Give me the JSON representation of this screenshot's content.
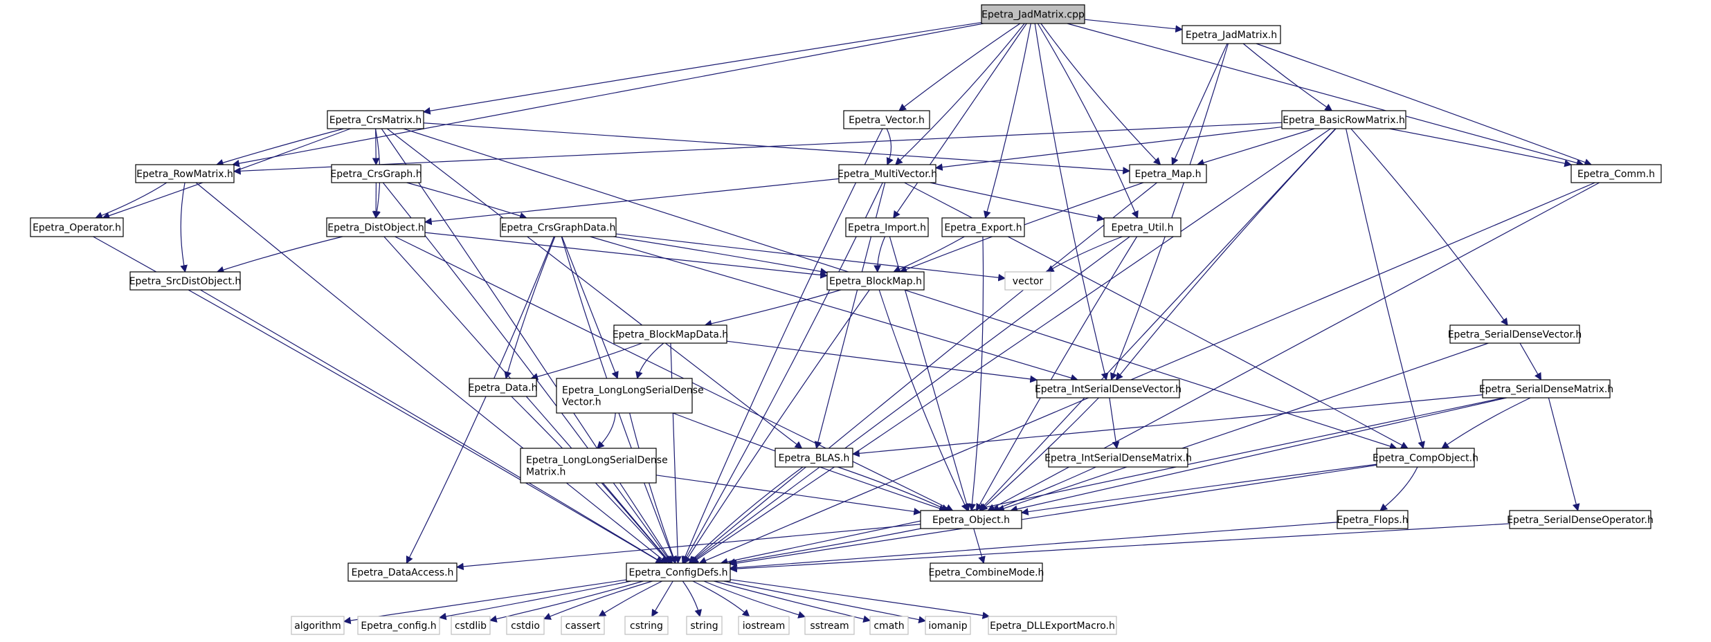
{
  "nodes": [
    {
      "id": "jadmatrix_cpp",
      "label": "Epetra_JadMatrix.cpp",
      "kind": "root"
    },
    {
      "id": "crsmatrix",
      "label": "Epetra_CrsMatrix.h"
    },
    {
      "id": "vector",
      "label": "Epetra_Vector.h"
    },
    {
      "id": "jadmatrix_h",
      "label": "Epetra_JadMatrix.h"
    },
    {
      "id": "basicrowmatrix",
      "label": "Epetra_BasicRowMatrix.h"
    },
    {
      "id": "rowmatrix",
      "label": "Epetra_RowMatrix.h"
    },
    {
      "id": "crsgraph",
      "label": "Epetra_CrsGraph.h"
    },
    {
      "id": "multivector",
      "label": "Epetra_MultiVector.h"
    },
    {
      "id": "map",
      "label": "Epetra_Map.h"
    },
    {
      "id": "comm",
      "label": "Epetra_Comm.h"
    },
    {
      "id": "operator",
      "label": "Epetra_Operator.h"
    },
    {
      "id": "distobject",
      "label": "Epetra_DistObject.h"
    },
    {
      "id": "crsgraphdata",
      "label": "Epetra_CrsGraphData.h"
    },
    {
      "id": "import",
      "label": "Epetra_Import.h"
    },
    {
      "id": "export",
      "label": "Epetra_Export.h"
    },
    {
      "id": "util",
      "label": "Epetra_Util.h"
    },
    {
      "id": "srcdistobject",
      "label": "Epetra_SrcDistObject.h"
    },
    {
      "id": "blockmap",
      "label": "Epetra_BlockMap.h"
    },
    {
      "id": "vector_std",
      "label": "vector",
      "kind": "external"
    },
    {
      "id": "serialdensevector",
      "label": "Epetra_SerialDenseVector.h"
    },
    {
      "id": "blockmapdata",
      "label": "Epetra_BlockMapData.h"
    },
    {
      "id": "data",
      "label": "Epetra_Data.h"
    },
    {
      "id": "longlongvector",
      "label": "Epetra_LongLongSerialDense\nVector.h"
    },
    {
      "id": "intserialdensevector",
      "label": "Epetra_IntSerialDenseVector.h"
    },
    {
      "id": "serialdensematrix",
      "label": "Epetra_SerialDenseMatrix.h"
    },
    {
      "id": "blas",
      "label": "Epetra_BLAS.h"
    },
    {
      "id": "longlongmatrix",
      "label": "Epetra_LongLongSerialDense\nMatrix.h"
    },
    {
      "id": "intserialdensematrix",
      "label": "Epetra_IntSerialDenseMatrix.h"
    },
    {
      "id": "compobject",
      "label": "Epetra_CompObject.h"
    },
    {
      "id": "object",
      "label": "Epetra_Object.h"
    },
    {
      "id": "flops",
      "label": "Epetra_Flops.h"
    },
    {
      "id": "serialdenseoperator",
      "label": "Epetra_SerialDenseOperator.h"
    },
    {
      "id": "dataaccess",
      "label": "Epetra_DataAccess.h"
    },
    {
      "id": "configdefs",
      "label": "Epetra_ConfigDefs.h"
    },
    {
      "id": "combinemode",
      "label": "Epetra_CombineMode.h"
    },
    {
      "id": "algorithm",
      "label": "algorithm",
      "kind": "external"
    },
    {
      "id": "epetra_config",
      "label": "Epetra_config.h",
      "kind": "external"
    },
    {
      "id": "cstdlib",
      "label": "cstdlib",
      "kind": "external"
    },
    {
      "id": "cstdio",
      "label": "cstdio",
      "kind": "external"
    },
    {
      "id": "cassert",
      "label": "cassert",
      "kind": "external"
    },
    {
      "id": "cstring",
      "label": "cstring",
      "kind": "external"
    },
    {
      "id": "string",
      "label": "string",
      "kind": "external"
    },
    {
      "id": "iostream",
      "label": "iostream",
      "kind": "external"
    },
    {
      "id": "sstream",
      "label": "sstream",
      "kind": "external"
    },
    {
      "id": "cmath",
      "label": "cmath",
      "kind": "external"
    },
    {
      "id": "iomanip",
      "label": "iomanip",
      "kind": "external"
    },
    {
      "id": "dllexport",
      "label": "Epetra_DLLExportMacro.h",
      "kind": "external"
    }
  ],
  "edges": [
    [
      "jadmatrix_cpp",
      "crsmatrix"
    ],
    [
      "jadmatrix_cpp",
      "vector"
    ],
    [
      "jadmatrix_cpp",
      "jadmatrix_h"
    ],
    [
      "jadmatrix_cpp",
      "rowmatrix"
    ],
    [
      "jadmatrix_cpp",
      "multivector"
    ],
    [
      "jadmatrix_cpp",
      "map"
    ],
    [
      "jadmatrix_cpp",
      "comm"
    ],
    [
      "jadmatrix_cpp",
      "import"
    ],
    [
      "jadmatrix_cpp",
      "export"
    ],
    [
      "jadmatrix_cpp",
      "util"
    ],
    [
      "jadmatrix_cpp",
      "intserialdensevector"
    ],
    [
      "crsmatrix",
      "rowmatrix"
    ],
    [
      "crsmatrix",
      "crsgraph"
    ],
    [
      "crsmatrix",
      "operator"
    ],
    [
      "crsmatrix",
      "distobject"
    ],
    [
      "crsmatrix",
      "map"
    ],
    [
      "crsmatrix",
      "compobject"
    ],
    [
      "crsmatrix",
      "blas"
    ],
    [
      "crsmatrix",
      "configdefs"
    ],
    [
      "vector",
      "multivector"
    ],
    [
      "vector",
      "configdefs"
    ],
    [
      "jadmatrix_h",
      "basicrowmatrix"
    ],
    [
      "jadmatrix_h",
      "map"
    ],
    [
      "jadmatrix_h",
      "comm"
    ],
    [
      "jadmatrix_h",
      "intserialdensevector"
    ],
    [
      "basicrowmatrix",
      "rowmatrix"
    ],
    [
      "basicrowmatrix",
      "multivector"
    ],
    [
      "basicrowmatrix",
      "map"
    ],
    [
      "basicrowmatrix",
      "comm"
    ],
    [
      "basicrowmatrix",
      "serialdensevector"
    ],
    [
      "basicrowmatrix",
      "intserialdensevector"
    ],
    [
      "basicrowmatrix",
      "compobject"
    ],
    [
      "basicrowmatrix",
      "object"
    ],
    [
      "basicrowmatrix",
      "configdefs"
    ],
    [
      "rowmatrix",
      "operator"
    ],
    [
      "rowmatrix",
      "srcdistobject"
    ],
    [
      "rowmatrix",
      "configdefs"
    ],
    [
      "crsgraph",
      "distobject"
    ],
    [
      "crsgraph",
      "crsgraphdata"
    ],
    [
      "crsgraph",
      "configdefs"
    ],
    [
      "multivector",
      "distobject"
    ],
    [
      "multivector",
      "util"
    ],
    [
      "multivector",
      "blas"
    ],
    [
      "multivector",
      "compobject"
    ],
    [
      "multivector",
      "configdefs"
    ],
    [
      "map",
      "blockmap"
    ],
    [
      "map",
      "configdefs"
    ],
    [
      "comm",
      "object"
    ],
    [
      "comm",
      "configdefs"
    ],
    [
      "operator",
      "configdefs"
    ],
    [
      "distobject",
      "srcdistobject"
    ],
    [
      "distobject",
      "blockmap"
    ],
    [
      "distobject",
      "object"
    ],
    [
      "distobject",
      "configdefs"
    ],
    [
      "crsgraphdata",
      "blockmap"
    ],
    [
      "crsgraphdata",
      "vector_std"
    ],
    [
      "crsgraphdata",
      "data"
    ],
    [
      "crsgraphdata",
      "longlongvector"
    ],
    [
      "crsgraphdata",
      "intserialdensevector"
    ],
    [
      "crsgraphdata",
      "dataaccess"
    ],
    [
      "crsgraphdata",
      "configdefs"
    ],
    [
      "import",
      "blockmap"
    ],
    [
      "import",
      "object"
    ],
    [
      "export",
      "blockmap"
    ],
    [
      "export",
      "object"
    ],
    [
      "util",
      "vector_std"
    ],
    [
      "util",
      "object"
    ],
    [
      "util",
      "configdefs"
    ],
    [
      "srcdistobject",
      "configdefs"
    ],
    [
      "blockmap",
      "blockmapdata"
    ],
    [
      "blockmap",
      "object"
    ],
    [
      "blockmap",
      "configdefs"
    ],
    [
      "serialdensevector",
      "serialdensematrix"
    ],
    [
      "serialdensevector",
      "object"
    ],
    [
      "blockmapdata",
      "data"
    ],
    [
      "blockmapdata",
      "longlongvector"
    ],
    [
      "blockmapdata",
      "intserialdensevector"
    ],
    [
      "blockmapdata",
      "configdefs"
    ],
    [
      "data",
      "configdefs"
    ],
    [
      "longlongvector",
      "longlongmatrix"
    ],
    [
      "longlongvector",
      "object"
    ],
    [
      "longlongvector",
      "configdefs"
    ],
    [
      "intserialdensevector",
      "intserialdensematrix"
    ],
    [
      "intserialdensevector",
      "object"
    ],
    [
      "serialdensematrix",
      "blas"
    ],
    [
      "serialdensematrix",
      "compobject"
    ],
    [
      "serialdensematrix",
      "object"
    ],
    [
      "serialdensematrix",
      "serialdenseoperator"
    ],
    [
      "serialdensematrix",
      "configdefs"
    ],
    [
      "blas",
      "object"
    ],
    [
      "blas",
      "configdefs"
    ],
    [
      "longlongmatrix",
      "object"
    ],
    [
      "longlongmatrix",
      "configdefs"
    ],
    [
      "intserialdensematrix",
      "object"
    ],
    [
      "compobject",
      "flops"
    ],
    [
      "compobject",
      "object"
    ],
    [
      "compobject",
      "configdefs"
    ],
    [
      "object",
      "combinemode"
    ],
    [
      "object",
      "dataaccess"
    ],
    [
      "object",
      "configdefs"
    ],
    [
      "flops",
      "configdefs"
    ],
    [
      "serialdenseoperator",
      "configdefs"
    ],
    [
      "configdefs",
      "algorithm"
    ],
    [
      "configdefs",
      "epetra_config"
    ],
    [
      "configdefs",
      "cstdlib"
    ],
    [
      "configdefs",
      "cstdio"
    ],
    [
      "configdefs",
      "cassert"
    ],
    [
      "configdefs",
      "cstring"
    ],
    [
      "configdefs",
      "string"
    ],
    [
      "configdefs",
      "iostream"
    ],
    [
      "configdefs",
      "sstream"
    ],
    [
      "configdefs",
      "cmath"
    ],
    [
      "configdefs",
      "iomanip"
    ],
    [
      "configdefs",
      "dllexport"
    ]
  ]
}
